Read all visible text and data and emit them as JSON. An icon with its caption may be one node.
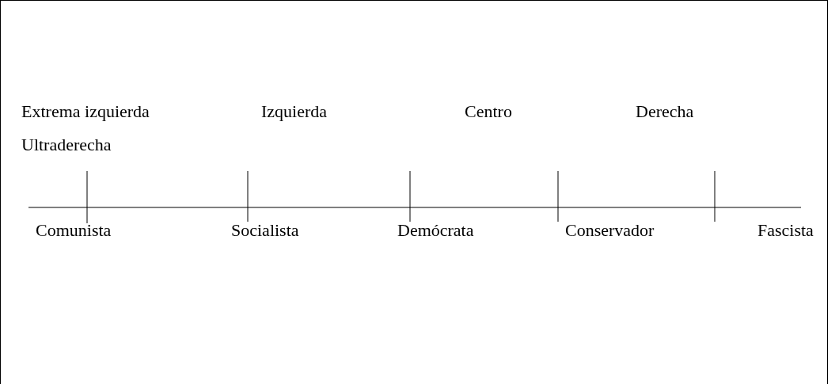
{
  "diagram": {
    "labels": [
      "Extrema izquierda",
      "Izquierda",
      "Centro",
      "Derecha",
      "Ultraderecha",
      "Comunista",
      "Socialista",
      "Demócrata",
      "Conservador",
      "Fascista"
    ]
  }
}
